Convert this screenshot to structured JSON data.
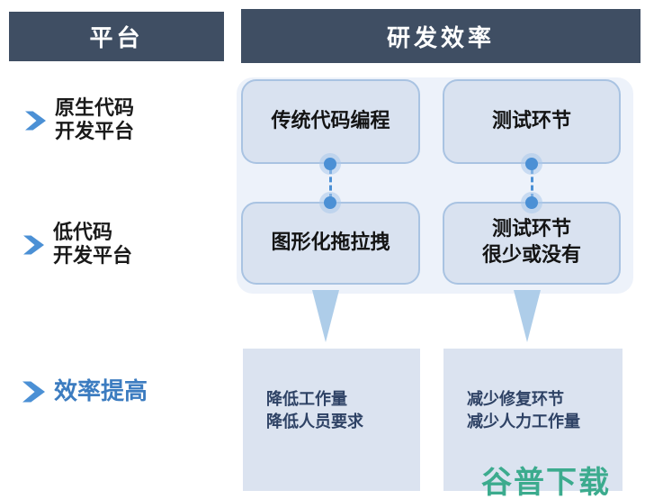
{
  "headers": {
    "platform": "平台",
    "efficiency": "研发效率"
  },
  "left_labels": {
    "native": {
      "line1": "原生代码",
      "line2": "开发平台"
    },
    "lowcode": {
      "line1": "低代码",
      "line2": "开发平台"
    },
    "efficiency_gain": "效率提高"
  },
  "flow_boxes": {
    "traditional_coding": "传统代码编程",
    "testing_phase": "测试环节",
    "graphical_dragdrop": "图形化拖拉拽",
    "testing_minimal": {
      "line1": "测试环节",
      "line2": "很少或没有"
    }
  },
  "result_boxes": {
    "left": {
      "line1": "降低工作量",
      "line2": "降低人员要求"
    },
    "right": {
      "line1": "减少修复环节",
      "line2": "减少人力工作量"
    }
  },
  "watermark": "谷普下载",
  "colors": {
    "header_bg": "#3f4e63",
    "panel_bg": "#edf2fa",
    "box_fill": "#d9e2f0",
    "box_border": "#a9c3e2",
    "accent_blue": "#4b90d5",
    "triangle": "#aecde9",
    "result_fill": "#dbe3f0",
    "result_text": "#2e4265",
    "gain_text": "#3c7cc0",
    "watermark_green": "#3cab8e"
  }
}
